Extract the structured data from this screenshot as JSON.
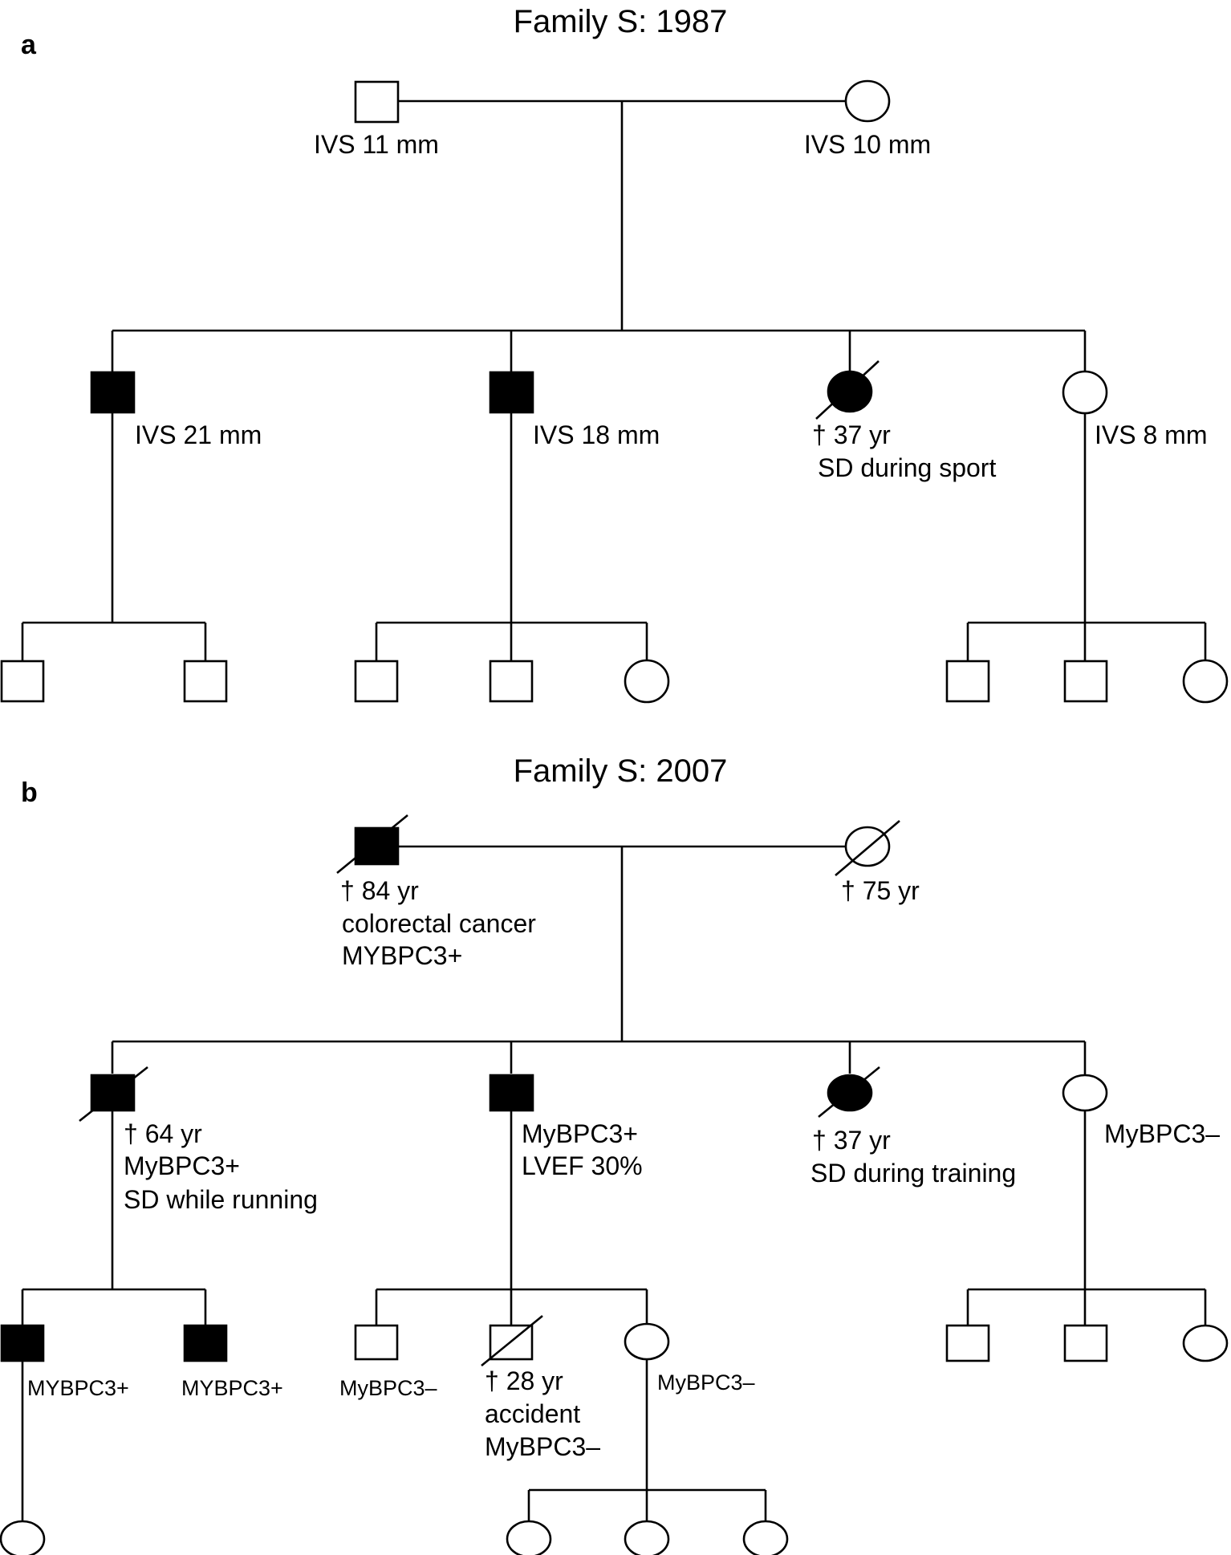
{
  "colors": {
    "affected": "#000000",
    "unaffected": "#ffffff",
    "line": "#000000"
  },
  "panel_a": {
    "letter": "a",
    "title": "Family S: 1987",
    "father": {
      "sex": "male",
      "affected": false,
      "deceased": false,
      "label": "IVS 11 mm"
    },
    "mother": {
      "sex": "female",
      "affected": false,
      "deceased": false,
      "label": "IVS 10 mm"
    },
    "children": [
      {
        "sex": "male",
        "affected": true,
        "deceased": false,
        "label": "IVS 21 mm",
        "offspring": [
          {
            "sex": "male",
            "affected": false
          },
          {
            "sex": "male",
            "affected": false
          }
        ]
      },
      {
        "sex": "male",
        "affected": true,
        "deceased": false,
        "label": "IVS 18 mm",
        "offspring": [
          {
            "sex": "male",
            "affected": false
          },
          {
            "sex": "male",
            "affected": false
          },
          {
            "sex": "female",
            "affected": false
          }
        ]
      },
      {
        "sex": "female",
        "affected": true,
        "deceased": true,
        "label_line1": "† 37 yr",
        "label_line2": "SD during sport"
      },
      {
        "sex": "female",
        "affected": false,
        "deceased": false,
        "label": "IVS 8 mm",
        "offspring": [
          {
            "sex": "male",
            "affected": false
          },
          {
            "sex": "male",
            "affected": false
          },
          {
            "sex": "female",
            "affected": false
          }
        ]
      }
    ]
  },
  "panel_b": {
    "letter": "b",
    "title": "Family S: 2007",
    "father": {
      "sex": "male",
      "affected": true,
      "deceased": true,
      "label_line1": "† 84 yr",
      "label_line2": "colorectal cancer",
      "label_line3": "MYBPC3+"
    },
    "mother": {
      "sex": "female",
      "affected": false,
      "deceased": true,
      "label": "† 75 yr"
    },
    "children": [
      {
        "sex": "male",
        "affected": true,
        "deceased": true,
        "label_line1": "† 64 yr",
        "label_line2": "MyBPC3+",
        "label_line3": "SD while running",
        "offspring": [
          {
            "sex": "male",
            "affected": true,
            "label": "MYBPC3+"
          },
          {
            "sex": "male",
            "affected": true,
            "label": "MYBPC3+"
          }
        ],
        "grandchild": {
          "sex": "female",
          "affected": false
        }
      },
      {
        "sex": "male",
        "affected": true,
        "deceased": false,
        "label_line1": "MyBPC3+",
        "label_line2": "LVEF 30%",
        "offspring": [
          {
            "sex": "male",
            "affected": false,
            "label": "MyBPC3–"
          },
          {
            "sex": "male",
            "affected": false,
            "deceased": true,
            "label_line1": "† 28 yr",
            "label_line2": "accident",
            "label_line3": "MyBPC3–"
          },
          {
            "sex": "female",
            "affected": false,
            "label": "MyBPC3–"
          }
        ],
        "grandchildren": [
          {
            "sex": "female",
            "affected": false
          },
          {
            "sex": "female",
            "affected": false
          },
          {
            "sex": "female",
            "affected": false
          }
        ]
      },
      {
        "sex": "female",
        "affected": true,
        "deceased": true,
        "label_line1": "† 37 yr",
        "label_line2": "SD during training"
      },
      {
        "sex": "female",
        "affected": false,
        "deceased": false,
        "label": "MyBPC3–",
        "offspring": [
          {
            "sex": "male",
            "affected": false
          },
          {
            "sex": "male",
            "affected": false
          },
          {
            "sex": "female",
            "affected": false
          }
        ]
      }
    ]
  }
}
